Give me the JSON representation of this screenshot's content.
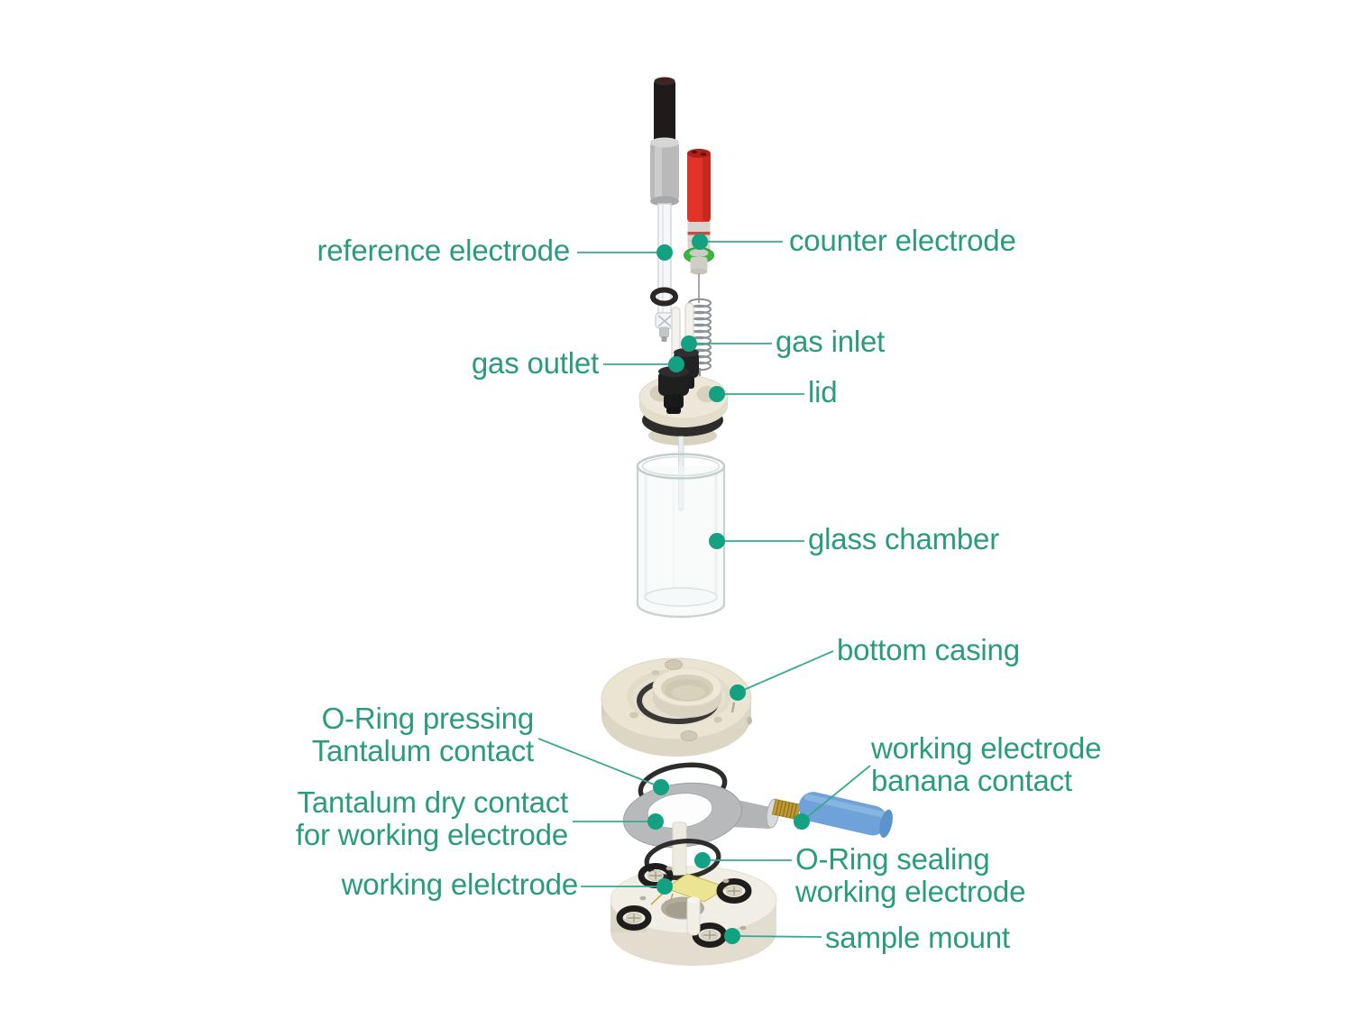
{
  "diagram": {
    "title": "electrochemical cell exploded-view diagram",
    "text_color": "#2a9c7e",
    "leader_line_color": "#3aa98d",
    "marker_dot_color": "#14a181"
  },
  "labels": {
    "reference_electrode": "reference electrode",
    "counter_electrode": "counter electrode",
    "gas_inlet": "gas inlet",
    "gas_outlet": "gas outlet",
    "lid": "lid",
    "glass_chamber": "glass chamber",
    "bottom_casing": "bottom casing",
    "oring_pressing": {
      "line1": "O-Ring pressing",
      "line2": "Tantalum contact"
    },
    "working_electrode_banana": {
      "line1": "working electrode",
      "line2": "banana contact"
    },
    "tantalum_dry_contact": {
      "line1": "Tantalum dry contact",
      "line2": "for working electrode"
    },
    "oring_sealing": {
      "line1": "O-Ring sealing",
      "line2": "working electrode"
    },
    "working_electrode": "working elelctrode",
    "sample_mount": "sample mount"
  },
  "components": {
    "reference_electrode": {
      "cap_color": "#1f1b1a",
      "body_color": "#b9b9b9"
    },
    "counter_electrode": {
      "body_color": "#e33227",
      "ring_color": "#3bb73f"
    },
    "banana_contact_color": "#6ea2d8",
    "casing_color": "#eae4d3",
    "oring_color": "#2e2c2a",
    "tantalum_color": "#b7b9ba",
    "working_electrode_sample_color": "#ebe492"
  }
}
